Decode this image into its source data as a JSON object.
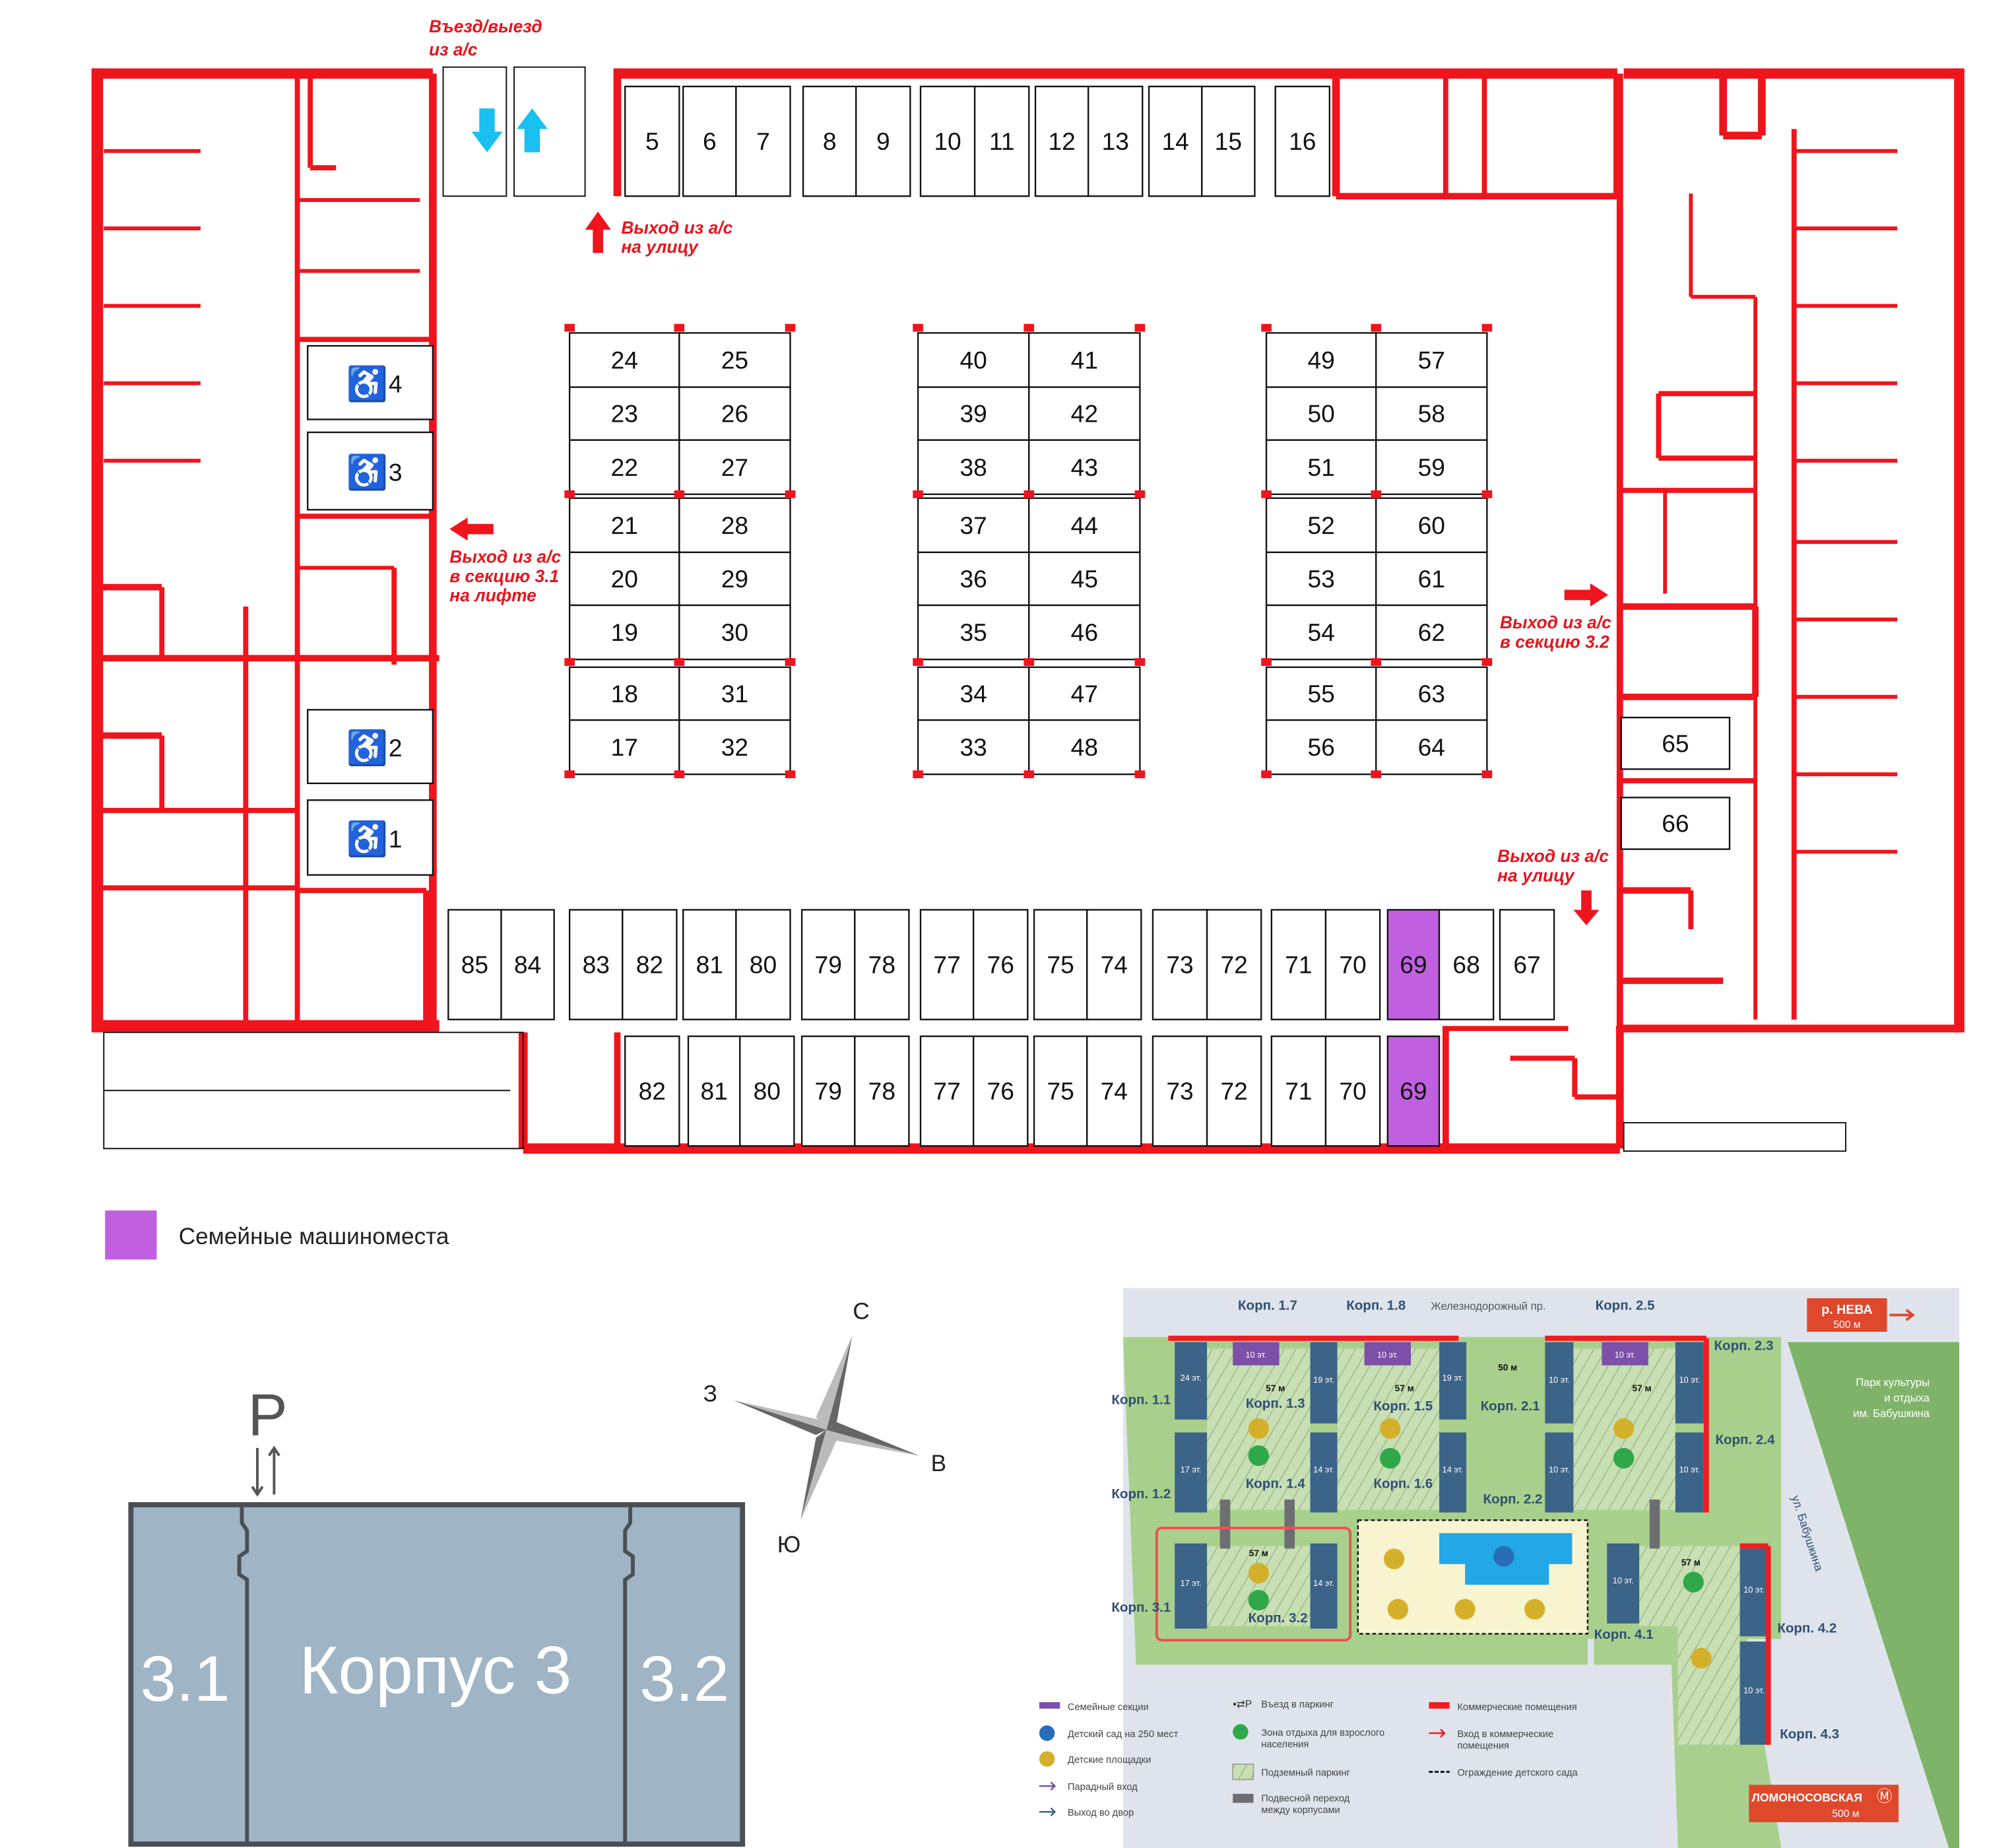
{
  "colors": {
    "wall": "#f0141c",
    "family": "#c060e0",
    "arrow_blue": "#19c0f0",
    "building": "#3c6488",
    "grass": "#a8d08c",
    "road": "#dfe4ec",
    "park": "#7fb36a",
    "river_box": "#e0482c",
    "korpus_fill": "#9fb4c4"
  },
  "annotations": {
    "entry_exit": [
      "Въезд/выезд",
      "из а/с"
    ],
    "exit_street_top": [
      "Выход из а/с",
      "на улицу"
    ],
    "exit_section_31": [
      "Выход из а/с",
      "в секцию 3.1",
      "на лифте"
    ],
    "exit_section_32": [
      "Выход из а/с",
      "в секцию 3.2"
    ],
    "exit_street_right": [
      "Выход из а/с",
      "на улицу"
    ]
  },
  "spots": {
    "top_row": [
      "5",
      "6",
      "7",
      "8",
      "9",
      "10",
      "11",
      "12",
      "13",
      "14",
      "15",
      "16"
    ],
    "block_a_left": [
      "24",
      "23",
      "22",
      "21",
      "20",
      "19",
      "18",
      "17"
    ],
    "block_a_right": [
      "25",
      "26",
      "27",
      "28",
      "29",
      "30",
      "31",
      "32"
    ],
    "block_b_left": [
      "40",
      "39",
      "38",
      "37",
      "36",
      "35",
      "34",
      "33"
    ],
    "block_b_right": [
      "41",
      "42",
      "43",
      "44",
      "45",
      "46",
      "47",
      "48"
    ],
    "block_c_left": [
      "49",
      "50",
      "51",
      "52",
      "53",
      "54",
      "55",
      "56"
    ],
    "block_c_right": [
      "57",
      "58",
      "59",
      "60",
      "61",
      "62",
      "63",
      "64"
    ],
    "right_side": [
      "65",
      "66"
    ],
    "bottom_row_1": [
      "85",
      "84",
      "83",
      "82",
      "81",
      "80",
      "79",
      "78",
      "77",
      "76",
      "75",
      "74",
      "73",
      "72",
      "71",
      "70",
      "69",
      "68",
      "67"
    ],
    "bottom_row_2": [
      "82",
      "81",
      "80",
      "79",
      "78",
      "77",
      "76",
      "75",
      "74",
      "73",
      "72",
      "71",
      "70",
      "69"
    ],
    "family_spots": [
      "69"
    ],
    "accessible": [
      "4",
      "3",
      "2",
      "1"
    ]
  },
  "legend": {
    "family_spots": "Семейные машиноместа"
  },
  "korpus": {
    "parking_label": "P",
    "left": "3.1",
    "center": "Корпус 3",
    "right": "3.2"
  },
  "compass": {
    "n": "С",
    "w": "З",
    "e": "В",
    "s": "Ю"
  },
  "sitemap": {
    "labels": [
      "Корп. 1.7",
      "Корп. 1.8",
      "Железнодорожный пр.",
      "Корп. 2.5",
      "Корп. 2.3",
      "Корп. 1.1",
      "Корп. 1.3",
      "Корп. 1.5",
      "Корп. 2.1",
      "Корп. 2.4",
      "Корп. 1.2",
      "Корп. 1.4",
      "Корп. 1.6",
      "Корп. 2.2",
      "Корп. 3.1",
      "Корп. 3.2",
      "Корп. 4.1",
      "Корп. 4.2",
      "Корп. 4.3"
    ],
    "street": "ул. Бабушкина",
    "floors": [
      "24 эт.",
      "17 эт.",
      "19 эт.",
      "14 эт.",
      "19 эт.",
      "14 эт.",
      "10 эт.",
      "10 эт.",
      "10 эт.",
      "10 эт.",
      "17 эт.",
      "14 эт.",
      "10 эт.",
      "10 эт.",
      "10 эт."
    ],
    "family_floors": [
      "10 эт.",
      "10 эт.",
      "10 эт."
    ],
    "distances": [
      "57 м",
      "57 м",
      "57 м",
      "57 м",
      "57 м",
      "50 м"
    ],
    "neva": {
      "title": "р. НЕВА",
      "dist": "500 м"
    },
    "park": [
      "Парк культуры",
      "и отдыха",
      "им. Бабушкина"
    ],
    "metro": {
      "title": "ЛОМОНОСОВСКАЯ",
      "dist": "500 м"
    },
    "legend": [
      {
        "text": [
          "Семейные секции"
        ],
        "icon": "purple-rect"
      },
      {
        "text": [
          "Детский сад на 250 мест"
        ],
        "icon": "kindergarten-icon"
      },
      {
        "text": [
          "Детские площадки"
        ],
        "icon": "playground-icon"
      },
      {
        "text": [
          "Парадный вход"
        ],
        "icon": "purple-arrow"
      },
      {
        "text": [
          "Выход во двор"
        ],
        "icon": "blue-arrow"
      },
      {
        "text": [
          "Въезд в паркинг"
        ],
        "icon": "parking-entry-icon"
      },
      {
        "text": [
          "Зона отдыха для взрослого",
          "населения"
        ],
        "icon": "bench-icon"
      },
      {
        "text": [
          "Подземный паркинг"
        ],
        "icon": "hatch-rect"
      },
      {
        "text": [
          "Подвесной переход",
          "между корпусами"
        ],
        "icon": "grey-rect"
      },
      {
        "text": [
          "Коммерческие помещения"
        ],
        "icon": "red-rect"
      },
      {
        "text": [
          "Вход в коммерческие",
          "помещения"
        ],
        "icon": "red-arrow"
      },
      {
        "text": [
          "Ограждение детского сада"
        ],
        "icon": "dashed-line"
      }
    ]
  }
}
